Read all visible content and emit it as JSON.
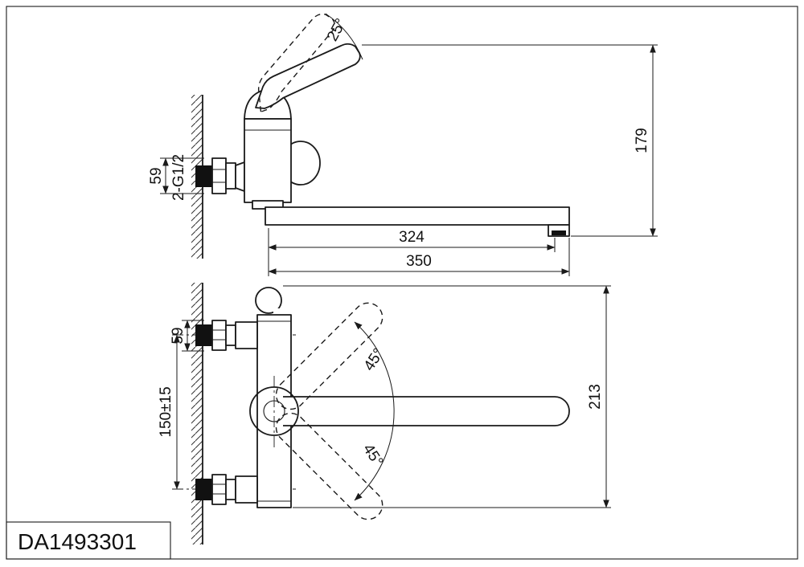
{
  "drawing": {
    "model": "DA1493301"
  },
  "side_view": {
    "dims": {
      "handle_angle": "25°",
      "total_height": "179",
      "escutcheon": "59",
      "thread": "2-G1/2",
      "spout_reach": "324",
      "spout_length": "350"
    }
  },
  "front_view": {
    "dims": {
      "escutcheon": "59",
      "mounting_centers": "150±15",
      "total_height": "213",
      "swivel_up": "45°",
      "swivel_down": "45°"
    }
  }
}
